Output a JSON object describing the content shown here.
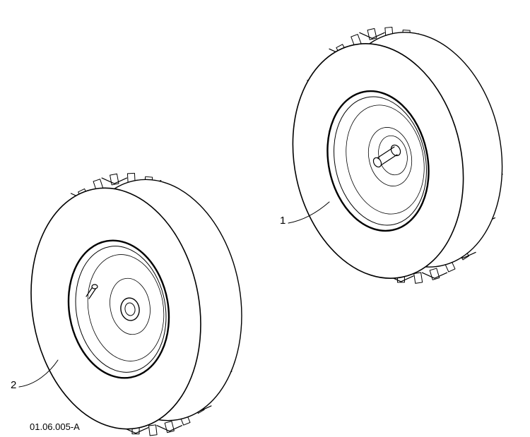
{
  "callouts": [
    {
      "label": "1"
    },
    {
      "label": "2"
    }
  ],
  "figure_code": "01.06.005-A",
  "colors": {
    "ink": "#000000",
    "paper": "#ffffff"
  }
}
